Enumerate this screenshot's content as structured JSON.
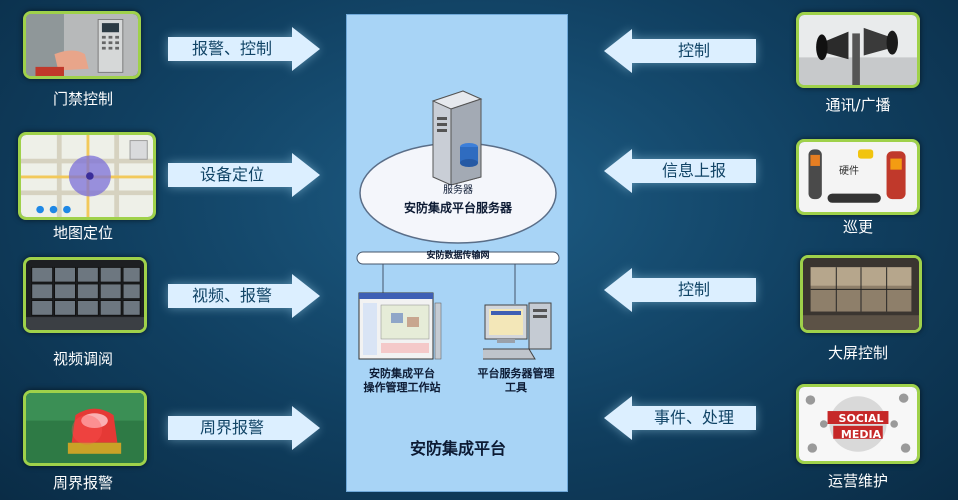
{
  "left_items": [
    {
      "caption": "门禁控制",
      "arrow": "报警、控制",
      "icon": "door-access-panel-icon"
    },
    {
      "caption": "地图定位",
      "arrow": "设备定位",
      "icon": "map-location-icon"
    },
    {
      "caption": "视频调阅",
      "arrow": "视频、报警",
      "icon": "video-wall-icon"
    },
    {
      "caption": "周界报警",
      "arrow": "周界报警",
      "icon": "alarm-light-icon"
    }
  ],
  "right_items": [
    {
      "caption": "通讯/广播",
      "arrow": "控制",
      "icon": "loudspeaker-icon"
    },
    {
      "caption": "巡更",
      "arrow": "信息上报",
      "icon": "patrol-device-icon",
      "device_label": "硬件"
    },
    {
      "caption": "大屏控制",
      "arrow": "控制",
      "icon": "large-screen-icon"
    },
    {
      "caption": "运营维护",
      "arrow": "事件、处理",
      "icon": "social-media-icon",
      "word1": "SOCIAL",
      "word2": "MEDIA"
    }
  ],
  "platform": {
    "server_label": "服务器",
    "server_title": "安防集成平台服务器",
    "network_label": "安防数据传输网",
    "workstation_line1": "安防集成平台",
    "workstation_line2": "操作管理工作站",
    "tool_line1": "平台服务器管理",
    "tool_line2": "工具",
    "title": "安防集成平台"
  },
  "colors": {
    "background": "#103f60",
    "tile_border": "#9fd14a",
    "arrow_fill": "#dcefff",
    "platform_fill": "#a8d4f6"
  }
}
